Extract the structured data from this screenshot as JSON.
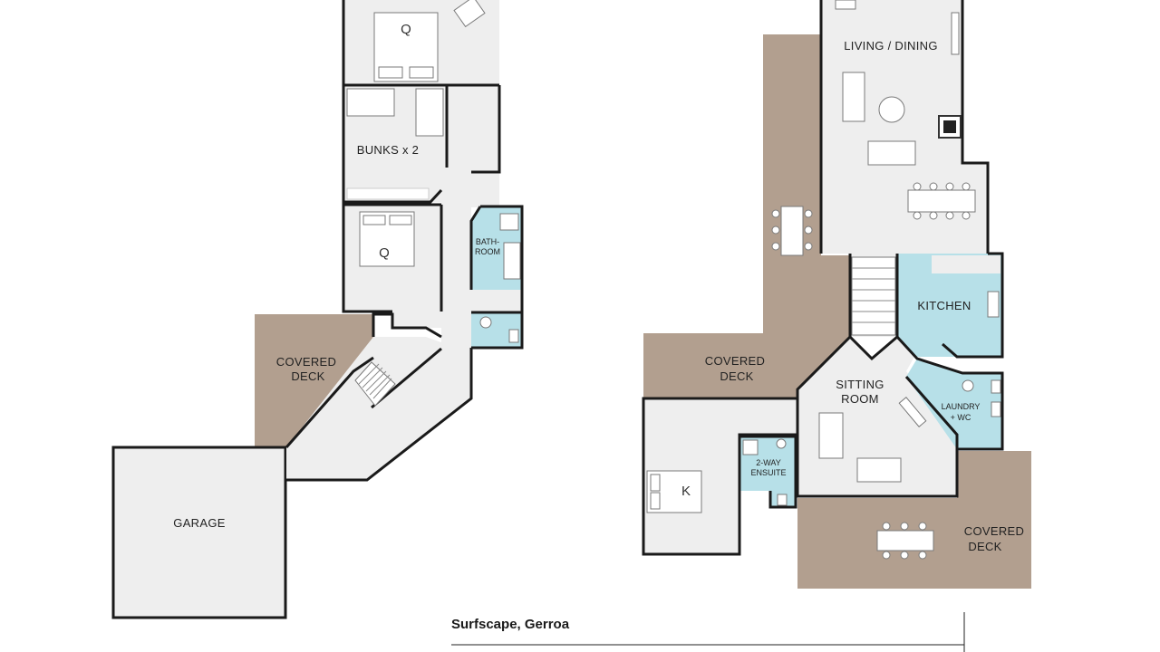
{
  "colors": {
    "room": "#eeeeee",
    "wet_area": "#b7e0e8",
    "deck": "#b29f8f",
    "wall": "#1a1a1a"
  },
  "plan": {
    "title": "Surfscape, Gerroa"
  },
  "lower_level": {
    "rooms": {
      "bed_top_size": "Q",
      "bunks": "BUNKS x 2",
      "bed_mid_size": "Q",
      "bath_line1": "BATH-",
      "bath_line2": "ROOM",
      "deck_line1": "COVERED",
      "deck_line2": "DECK",
      "garage": "GARAGE"
    }
  },
  "upper_level": {
    "rooms": {
      "living": "LIVING / DINING",
      "kitchen": "KITCHEN",
      "sitting_line1": "SITTING",
      "sitting_line2": "ROOM",
      "deck_mid_line1": "COVERED",
      "deck_mid_line2": "DECK",
      "laundry_line1": "LAUNDRY",
      "laundry_line2": "+ WC",
      "ensuite_line1": "2-WAY",
      "ensuite_line2": "ENSUITE",
      "bed_size": "K",
      "deck_bottom_line1": "COVERED",
      "deck_bottom_line2": "DECK"
    }
  }
}
